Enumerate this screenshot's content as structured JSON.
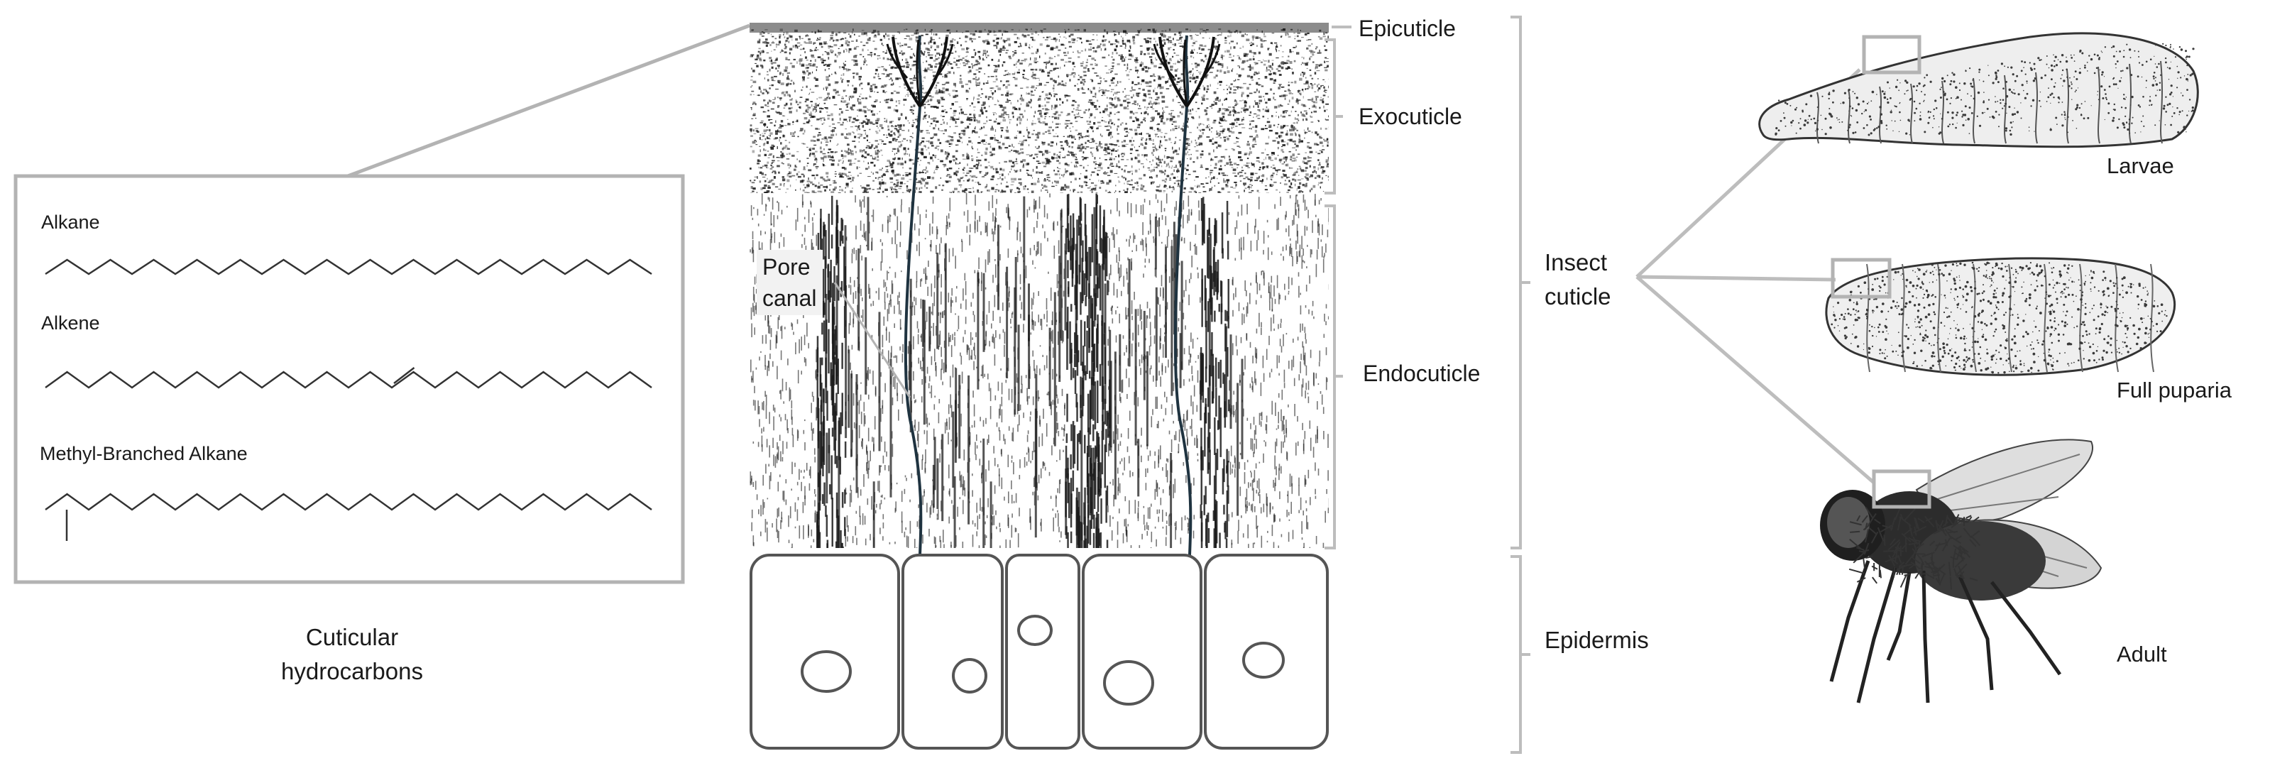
{
  "hydrocarbons": {
    "alkane": "Alkane",
    "alkene": "Alkene",
    "methyl_branched": "Methyl-Branched Alkane",
    "caption_line1": "Cuticular",
    "caption_line2": "hydrocarbons"
  },
  "cuticle_layers": {
    "epicuticle": "Epicuticle",
    "exocuticle": "Exocuticle",
    "endocuticle": "Endocuticle",
    "pore_canal_line1": "Pore",
    "pore_canal_line2": "canal"
  },
  "brackets": {
    "insect_cuticle_line1": "Insect",
    "insect_cuticle_line2": "cuticle",
    "epidermis": "Epidermis"
  },
  "life_stages": {
    "larvae": "Larvae",
    "pupa": "Full puparia",
    "adult": "Adult"
  },
  "colors": {
    "frame_gray": "#b3b3b3",
    "bracket_gray": "#bdbdbd",
    "line_dark": "#333333",
    "canal_color": "#1f3340",
    "texture": "#1c1c1c"
  }
}
